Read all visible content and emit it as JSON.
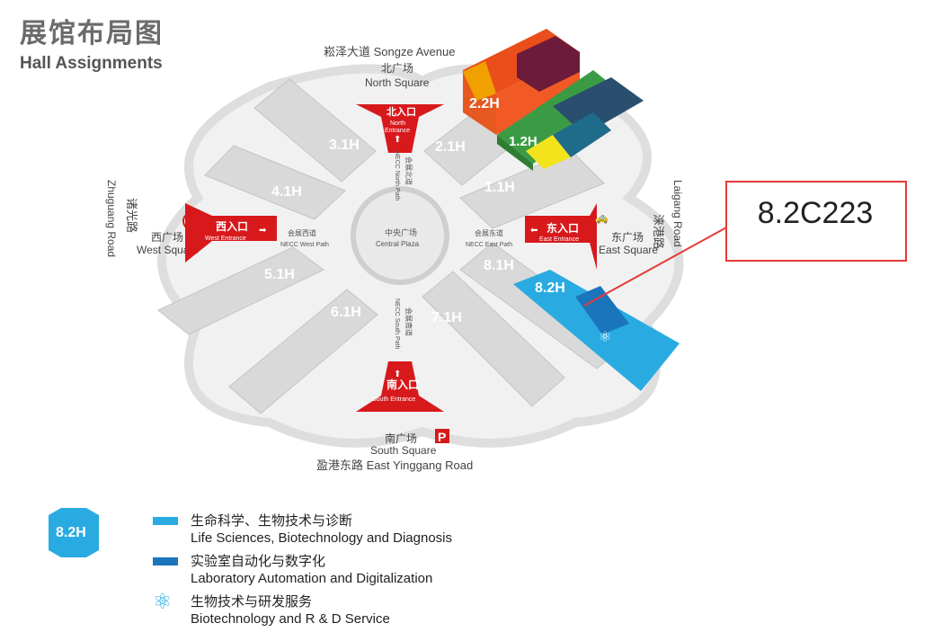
{
  "header": {
    "title_zh": "展馆布局图",
    "title_en": "Hall Assignments"
  },
  "map": {
    "roads": {
      "north_zh": "崧泽大道",
      "north_en": "Songze Avenue",
      "south_zh": "盈港东路",
      "south_en": "East Yinggang Road",
      "west_zh": "诸光路",
      "west_en": "Zhuguang Road",
      "east_zh": "涞港路",
      "east_en": "Laigang Road"
    },
    "squares": {
      "north_zh": "北广场",
      "north_en": "North Square",
      "south_zh": "南广场",
      "south_en": "South Square",
      "west_zh": "西广场",
      "west_en": "West Square",
      "east_zh": "东广场",
      "east_en": "East Square"
    },
    "entrances": {
      "north_zh": "北入口",
      "north_en_1": "North",
      "north_en_2": "Entrance",
      "south_zh": "南入口",
      "south_en": "South Entrance",
      "west_zh": "西入口",
      "west_en": "West Entrance",
      "east_zh": "东入口",
      "east_en": "East Entrance"
    },
    "paths": {
      "north_zh": "会展北道",
      "north_en": "NECC North Path",
      "south_zh": "会展南道",
      "south_en": "NECC South Path",
      "west_zh": "会展西道",
      "west_en": "NECC West Path",
      "east_zh": "会展东道",
      "east_en": "NECC East Path"
    },
    "plaza_zh": "中央广场",
    "plaza_en": "Central Plaza",
    "parking_label": "P",
    "halls": [
      "3.1H",
      "2.1H",
      "4.1H",
      "1.1H",
      "5.1H",
      "8.1H",
      "6.1H",
      "7.1H",
      "2.2H",
      "1.2H",
      "8.2H"
    ],
    "callout": "8.2C223"
  },
  "legend": {
    "badge": "8.2H",
    "items": [
      {
        "zh": "生命科学、生物技术与诊断",
        "en": "Life Sciences, Biotechnology and Diagnosis",
        "color": "#29abe2"
      },
      {
        "zh": "实验室自动化与数字化",
        "en": "Laboratory Automation and Digitalization",
        "color": "#1b75bb"
      },
      {
        "zh": "生物技术与研发服务",
        "en": "Biotechnology and R & D Service",
        "icon": "atom-icon"
      }
    ]
  },
  "colors": {
    "hall_gray": "#d9d9d9",
    "entrance_red": "#d7191c",
    "hall_82_blue": "#29abe2",
    "highlight_dark_blue": "#1b75bb",
    "callout_border": "#e53935"
  }
}
